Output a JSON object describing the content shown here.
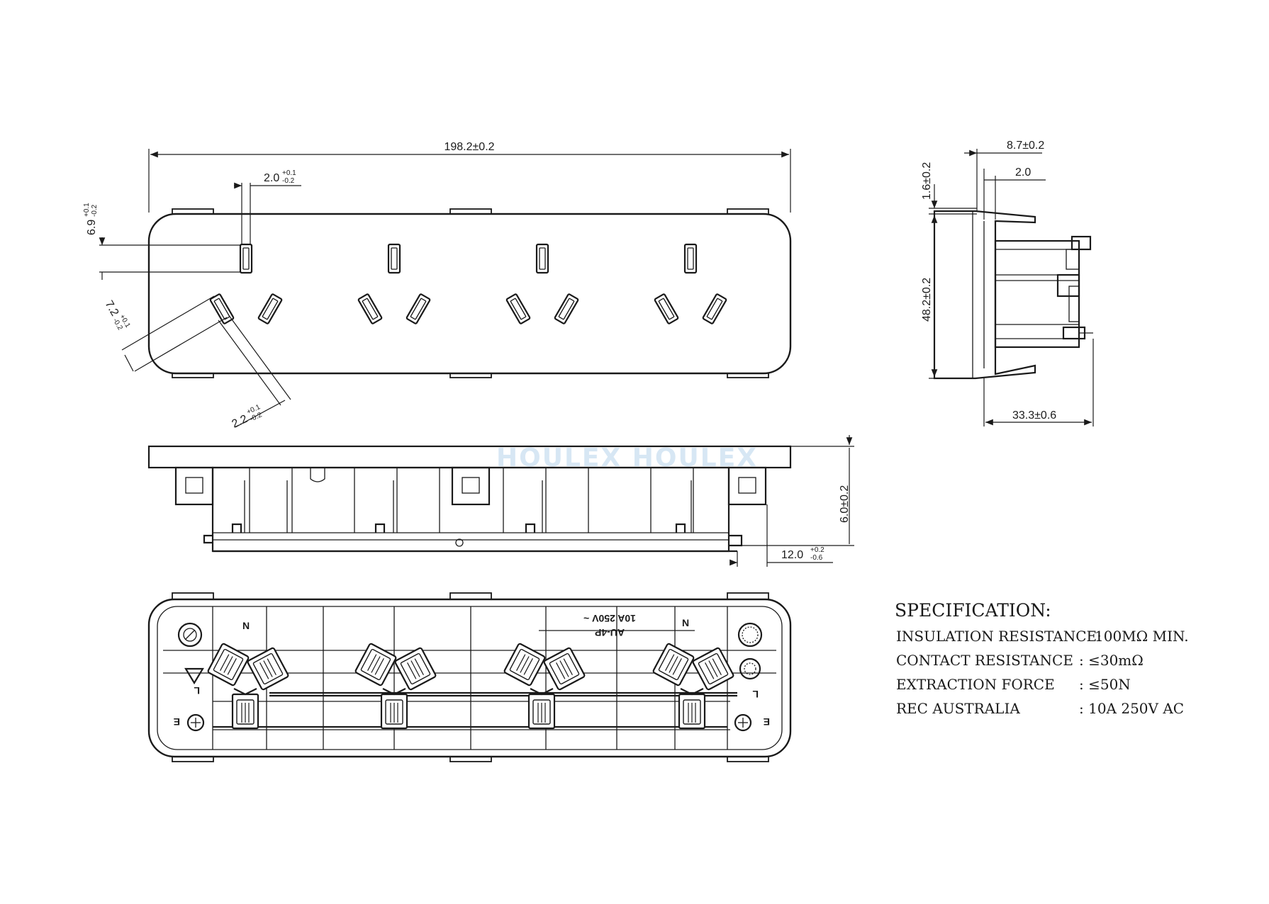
{
  "dimensions": {
    "overall_length": "198.2±0.2",
    "slot_width": "2.0",
    "slot_width_tol_upper": "+0.1",
    "slot_width_tol_lower": "-0.2",
    "slot_length": "6.9",
    "slot_length_tol_upper": "+0.1",
    "slot_length_tol_lower": "-0.2",
    "angled_length": "7.2",
    "angled_length_tol_upper": "+0.1",
    "angled_length_tol_lower": "-0.2",
    "angled_width": "2.2",
    "angled_width_tol_upper": "+0.1",
    "angled_width_tol_lower": "-0.2",
    "side_top_offset": "8.7±0.2",
    "side_flange": "2.0",
    "side_thickness": "1.6±0.2",
    "side_height": "48.2±0.2",
    "side_depth": "33.3±0.6",
    "front_height": "6.0±0.2",
    "front_end_offset": "12.0",
    "front_end_tol_upper": "+0.2",
    "front_end_tol_lower": "-0.6"
  },
  "rear_markings": {
    "model": "AU-4P",
    "rating": "10A 250V ~",
    "neutral": "N",
    "live": "L",
    "earth": "E"
  },
  "watermark": "HOULEX HOULEX",
  "specification": {
    "title": "SPECIFICATION:",
    "rows": [
      {
        "label": "INSULATION RESISTANCE:",
        "value": "100MΩ  MIN."
      },
      {
        "label": "CONTACT RESISTANCE",
        "value": ": ≤30mΩ"
      },
      {
        "label": "EXTRACTION FORCE",
        "value": ": ≤50N"
      },
      {
        "label": "REC  AUSTRALIA",
        "value": ": 10A 250V AC"
      }
    ]
  }
}
